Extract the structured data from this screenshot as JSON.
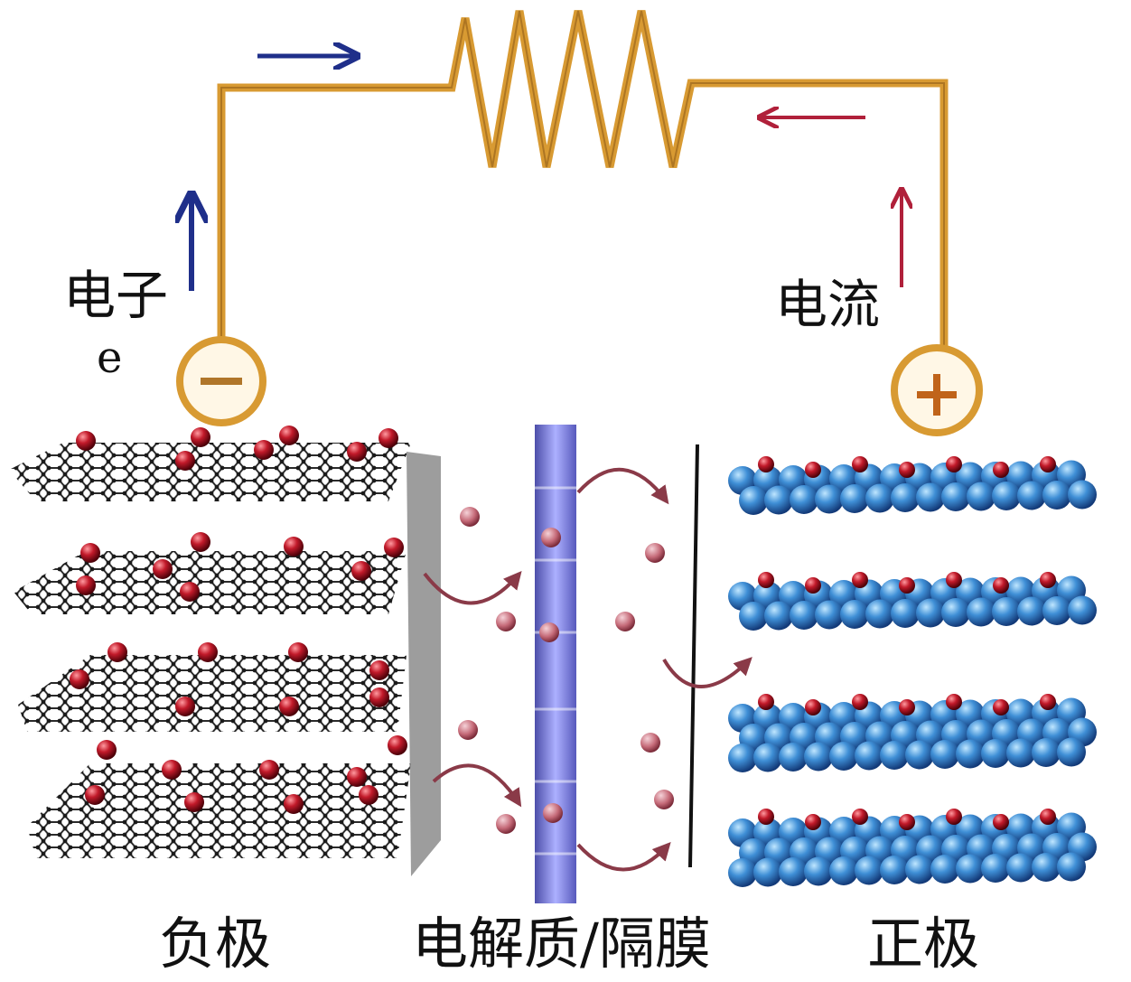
{
  "labels": {
    "electron": "电子",
    "electron_symbol": "e",
    "current": "电流",
    "anode": "负极",
    "electrolyte_separator": "电解质/隔膜",
    "cathode": "正极"
  },
  "terminals": {
    "negative_symbol": "−",
    "positive_symbol": "+"
  },
  "colors": {
    "wire": "#d89a32",
    "electron_arrow": "#1f2f8a",
    "current_arrow": "#b0203a",
    "graphene_line": "#333333",
    "atom_red": "#c21a2a",
    "ion_pink": "#c56a78",
    "separator_blue": "#5a5fd8",
    "cathode_blue": "#3f8fd6",
    "collector_gray": "#8c8c8c"
  }
}
